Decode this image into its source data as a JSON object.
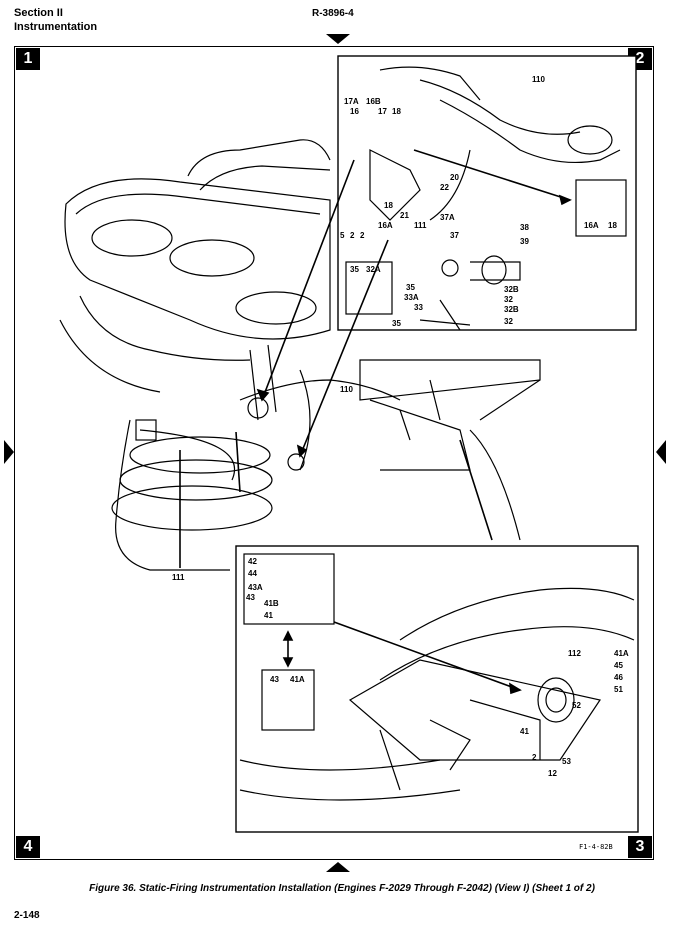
{
  "header": {
    "section": "Section II",
    "subsection": "Instrumentation",
    "doc_number": "R-3896-4"
  },
  "corners": {
    "c1": "1",
    "c2": "2",
    "c3": "3",
    "c4": "4"
  },
  "callouts": {
    "inset_top": [
      "110",
      "17A",
      "16",
      "16B",
      "17",
      "18",
      "21",
      "22",
      "20",
      "18",
      "16A",
      "111",
      "37A",
      "37",
      "38",
      "39",
      "5",
      "2",
      "2",
      "35",
      "32A",
      "35",
      "33A",
      "33",
      "35",
      "32B",
      "32",
      "32B",
      "32"
    ],
    "inset_small": [
      "16A",
      "18"
    ],
    "main": [
      "110",
      "111"
    ],
    "inset_bottom": [
      "42",
      "44",
      "43A",
      "43",
      "41B",
      "41",
      "43",
      "41A",
      "112",
      "41A",
      "45",
      "46",
      "51",
      "52",
      "41",
      "2",
      "53",
      "12"
    ]
  },
  "figure_code": "F1-4-82B",
  "caption": "Figure 36. Static-Firing Instrumentation Installation (Engines F-2029 Through F-2042) (View I) (Sheet 1 of 2)",
  "page_number": "2-148"
}
